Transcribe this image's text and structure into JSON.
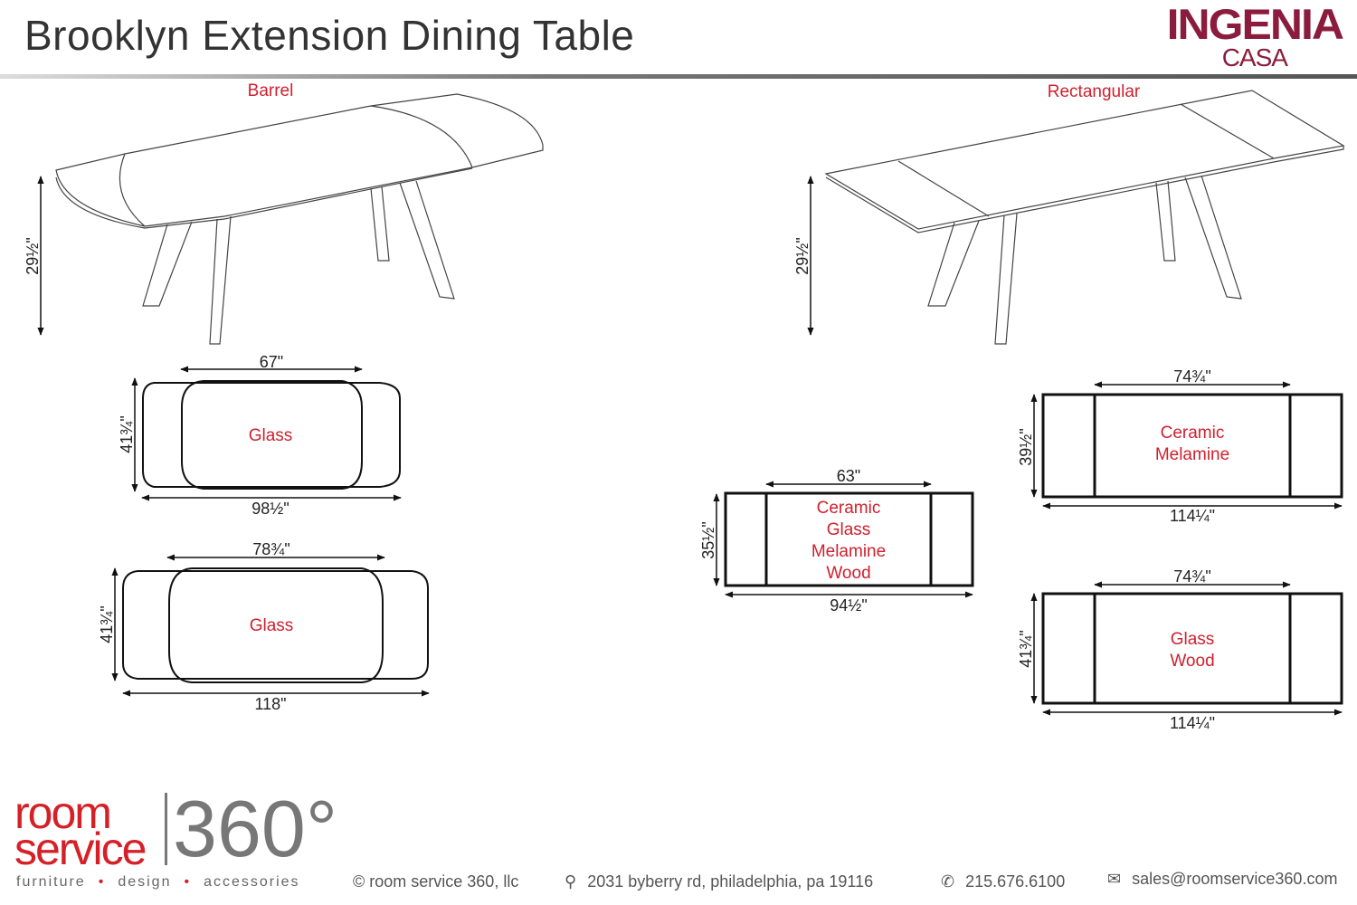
{
  "header": {
    "title": "Brooklyn Extension Dining Table",
    "brand_main": "INGENIA",
    "brand_sub": "CASA"
  },
  "barrel": {
    "label": "Barrel",
    "height": "29½\"",
    "plan1": {
      "material": "Glass",
      "width_top": "67\"",
      "depth": "41¾\"",
      "width_bottom": "98½\""
    },
    "plan2": {
      "material": "Glass",
      "width_top": "78¾\"",
      "depth": "41¾\"",
      "width_bottom": "118\""
    }
  },
  "rectangular": {
    "label": "Rectangular",
    "height": "29½\"",
    "small": {
      "materials": [
        "Ceramic",
        "Glass",
        "Melamine",
        "Wood"
      ],
      "width_top": "63\"",
      "depth": "35½\"",
      "width_bottom": "94½\""
    },
    "large1": {
      "materials": [
        "Ceramic",
        "Melamine"
      ],
      "width_top": "74¾\"",
      "depth": "39½\"",
      "width_bottom": "114¼\""
    },
    "large2": {
      "materials": [
        "Glass",
        "Wood"
      ],
      "width_top": "74¾\"",
      "depth": "41¾\"",
      "width_bottom": "114¼\""
    }
  },
  "footer": {
    "logo_line1": "room",
    "logo_line2": "service",
    "logo_number": "360°",
    "tagline": [
      "furniture",
      "design",
      "accessories"
    ],
    "copyright": "© room service 360, llc",
    "address": "2031 byberry rd, philadelphia, pa 19116",
    "phone": "215.676.6100",
    "email": "sales@roomservice360.com"
  }
}
